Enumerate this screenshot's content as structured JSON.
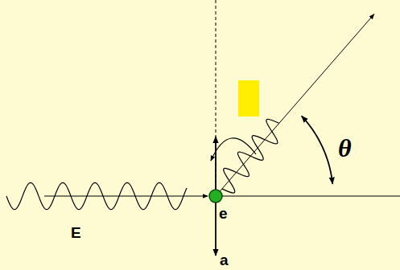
{
  "diagram": {
    "labels": [
      "E",
      "e",
      "a",
      "θ"
    ]
  }
}
